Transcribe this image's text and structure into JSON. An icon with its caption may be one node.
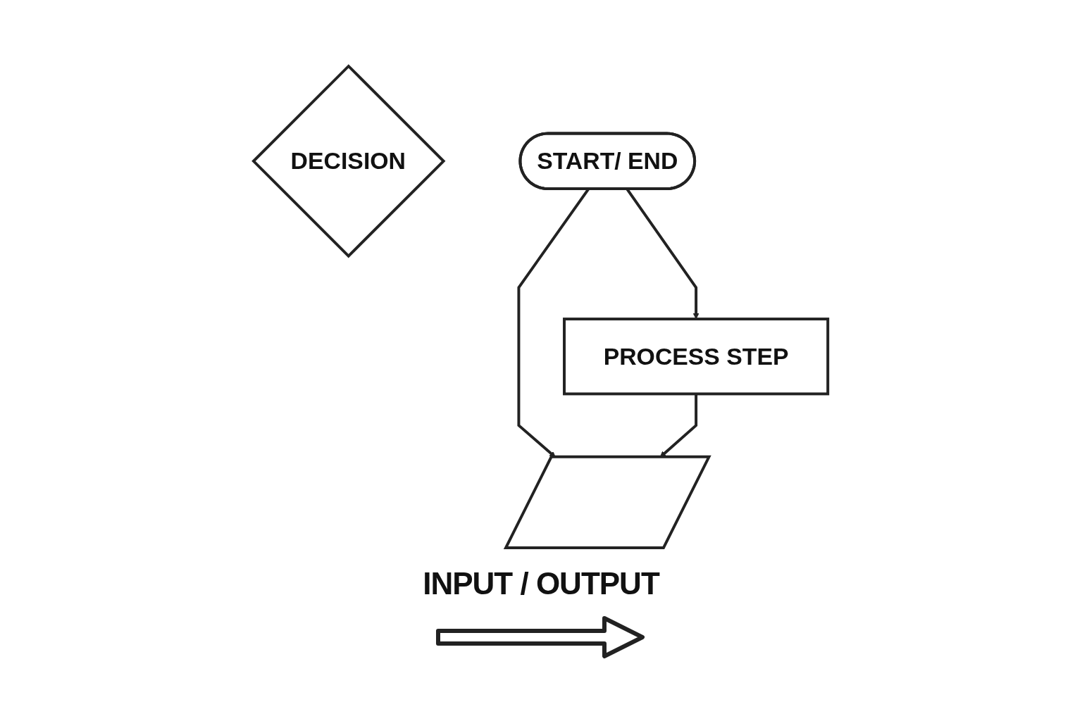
{
  "diagram": {
    "nodes": [
      {
        "text": [
          "START/ END"
        ]
      },
      {
        "text": [
          "DECISION"
        ]
      },
      {
        "text": [
          "PROCESS STEP"
        ]
      },
      {
        "text": [],
        "shape": "parallelogram"
      }
    ],
    "edges": [
      {
        "from": 0,
        "to": 2,
        "arrow": "to"
      },
      {
        "from": 0,
        "to": 3,
        "arrow": "to"
      },
      {
        "from": 2,
        "to": 3,
        "arrow": "to"
      }
    ],
    "labels": [
      "INPUT / OUTPUT"
    ]
  }
}
